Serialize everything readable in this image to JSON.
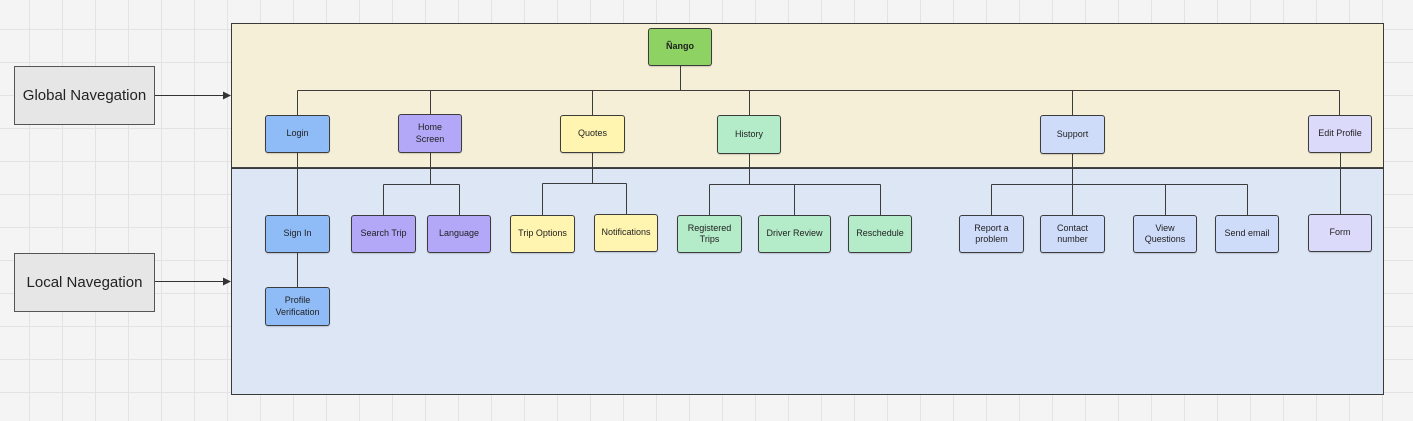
{
  "colors": {
    "global_band": "#f5efd8",
    "local_band": "#dce6f5",
    "root": "#8ed263",
    "blue": "#8fbcf7",
    "purple": "#b2a8f7",
    "yellow": "#fff4b0",
    "green": "#b4ebc9",
    "light_blue": "#cfdcf9",
    "lavender": "#dcdafa",
    "line": "#3c3c3c"
  },
  "labels": {
    "global": "Global Navegation",
    "local": "Local Navegation"
  },
  "nodes": {
    "root": "Ñango",
    "login": "Login",
    "home": "Home Screen",
    "quotes": "Quotes",
    "history": "History",
    "support": "Support",
    "edit_profile": "Edit Profile",
    "sign_in": "Sign In",
    "profile_verification": "Profile Verification",
    "search_trip": "Search Trip",
    "language": "Language",
    "trip_options": "Trip Options",
    "notifications": "Notifications",
    "registered_trips": "Registered Trips",
    "driver_review": "Driver Review",
    "reschedule": "Reschedule",
    "report_problem": "Report a problem",
    "contact_number": "Contact number",
    "view_questions": "View Questions",
    "send_email": "Send email",
    "form": "Form"
  }
}
